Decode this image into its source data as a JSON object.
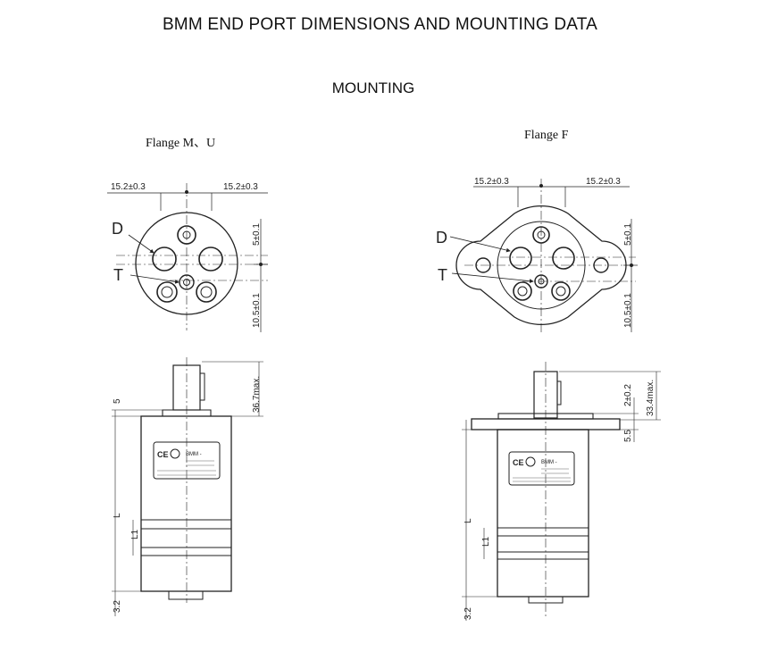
{
  "header": {
    "title": "BMM END PORT DIMENSIONS AND MOUNTING DATA",
    "subtitle": "MOUNTING"
  },
  "left_view": {
    "caption": "Flange M、U",
    "dim_left": "15.2±0.3",
    "dim_right": "15.2±0.3",
    "dim_v1": "5±0.1",
    "dim_v2": "10.5±0.1",
    "port_d": "D",
    "port_t": "T",
    "dim_shaft": "36.7max.",
    "dim_top": "5",
    "dim_l": "L",
    "dim_l1": "L1",
    "dim_bottom": "3.2",
    "plate_model": "BMM -"
  },
  "right_view": {
    "caption": "Flange F",
    "dim_left": "15.2±0.3",
    "dim_right": "15.2±0.3",
    "dim_v1": "5±0.1",
    "dim_v2": "10.5±0.1",
    "port_d": "D",
    "port_t": "T",
    "dim_shaft": "33.4max.",
    "dim_flange": "2±0.2",
    "dim_top": "5.5",
    "dim_l": "L",
    "dim_l1": "L1",
    "dim_bottom": "3.2",
    "plate_model": "BMM -"
  }
}
